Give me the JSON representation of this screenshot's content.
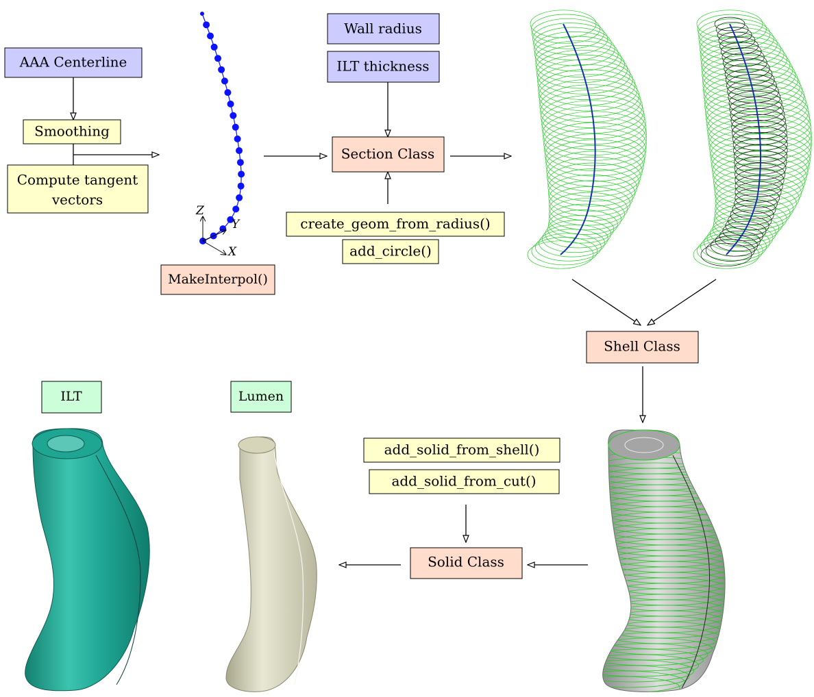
{
  "colors": {
    "input": "#ccccff",
    "helper": "#ffffcc",
    "class": "#ffdccc",
    "output": "#ccffd9",
    "centerline_points": "#0a12ff",
    "wall_sections": "#22cc22",
    "ilt_sections": "#111111",
    "ilt_solid": "#1ea693",
    "lumen_solid": "#d7d5b9",
    "shell_solid": "#b9b9b9"
  },
  "nodes": {
    "aaa_centerline": "AAA Centerline",
    "smoothing": "Smoothing",
    "compute_tangent_line1": "Compute tangent",
    "compute_tangent_line2": "vectors",
    "make_interpol": "MakeInterpol()",
    "wall_radius": "Wall radius",
    "ilt_thickness": "ILT thickness",
    "section_class": "Section Class",
    "create_geom": "create_geom_from_radius()",
    "add_circle": "add_circle()",
    "shell_class": "Shell Class",
    "add_solid_from_shell": "add_solid_from_shell()",
    "add_solid_from_cut": "add_solid_from_cut()",
    "solid_class": "Solid Class",
    "ilt": "ILT",
    "lumen": "Lumen"
  },
  "axes": {
    "z": "Z",
    "y": "Y",
    "x": "X"
  },
  "illustrations": {
    "centerline_points": "centerline-points-icon",
    "wall_sections": "wall-sections-icon",
    "wall_ilt_sections": "wall-ilt-sections-icon",
    "ilt_solid": "ilt-solid-icon",
    "lumen_solid": "lumen-solid-icon",
    "shell_solid": "shell-solid-icon"
  }
}
